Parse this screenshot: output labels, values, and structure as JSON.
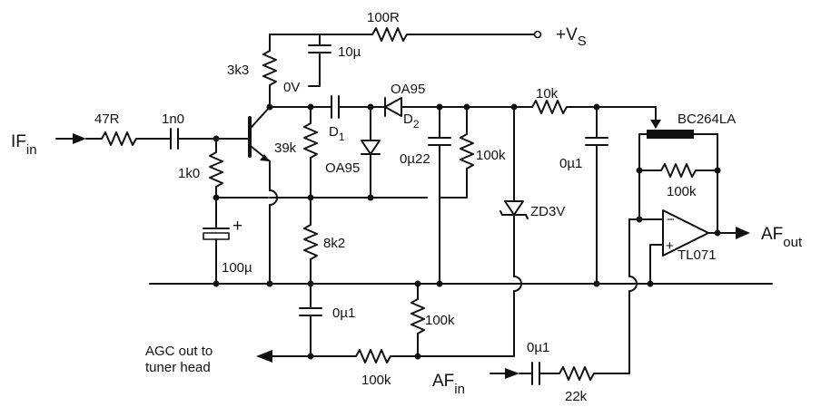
{
  "labels": {
    "r_100R": "100R",
    "vs_plus": "+V",
    "vs_sub": "S",
    "c_10u": "10µ",
    "r_3k3": "3k3",
    "zero_v": "0V",
    "d2_name": "OA95",
    "d2_ref": "D",
    "d2_sub": "2",
    "d1_ref": "D",
    "d1_sub": "1",
    "d1_name": "OA95",
    "r_10k": "10k",
    "q_bc264": "BC264LA",
    "r_47R": "47R",
    "c_1n0": "1n0",
    "if_in": "IF",
    "if_in_sub": "in",
    "r_39k": "39k",
    "c_0u22": "0µ22",
    "r_100k_a": "100k",
    "c_0u1_a": "0µ1",
    "r_100k_fb": "100k",
    "r_1k0": "1k0",
    "zd_3v": "ZD3V",
    "r_8k2": "8k2",
    "c_100u": "100µ",
    "cap_plus": "+",
    "af_out": "AF",
    "af_out_sub": "out",
    "opamp": "TL071",
    "opamp_minus": "−",
    "opamp_plus": "+",
    "c_0u1_b": "0µ1",
    "r_100k_b": "100k",
    "agc_line1": "AGC out to",
    "agc_line2": "tuner head",
    "r_100k_c": "100k",
    "c_0u1_c": "0µ1",
    "af_in": "AF",
    "af_in_sub": "in",
    "r_22k": "22k"
  }
}
